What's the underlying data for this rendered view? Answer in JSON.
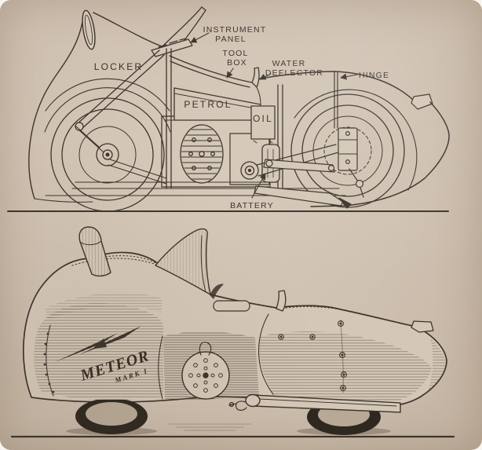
{
  "palette": {
    "paper": "#cfc1b1",
    "paper_light": "#d4c7b7",
    "ink": "#3c352c",
    "tire_dark": "#2e2821"
  },
  "cutaway": {
    "labels": {
      "instrument_panel": [
        "INSTRUMENT",
        "PANEL"
      ],
      "tool_box": [
        "TOOL",
        "BOX"
      ],
      "water_deflector": [
        "WATER",
        "DEFLECTOR"
      ],
      "hinge": "HINGE",
      "locker": "LOCKER",
      "petrol": "PETROL",
      "oil": "OIL",
      "battery": "BATTERY"
    }
  },
  "exterior": {
    "brand": "METEOR",
    "model": "MARK I"
  }
}
